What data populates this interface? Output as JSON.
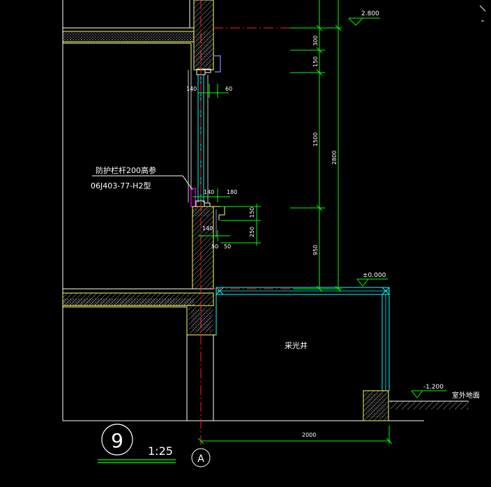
{
  "elevations": {
    "top": "2.800",
    "ground": "±0.000",
    "outdoor": "-1.200"
  },
  "outdoor_ground_label": "室外地面",
  "dims": {
    "d300": "300",
    "d150a": "150",
    "d1500": "1500",
    "d2800": "2800",
    "d950": "950",
    "d140a": "140",
    "d60": "60",
    "d140b": "140",
    "d180": "180",
    "d150b": "150",
    "d250": "250",
    "d140c": "140",
    "d50a": "50",
    "d50b": "50",
    "d2000": "2000"
  },
  "rail_note": {
    "line1": "防护栏杆200高参",
    "line2": "06J403-77-H2型"
  },
  "lightwell_label": "采光井",
  "detail": {
    "number": "9",
    "scale": "1:25",
    "axis": "A"
  },
  "colors": {
    "background": "#000000",
    "wall_outline": "#ffff66",
    "dimension": "#00ff00",
    "glazing": "#00ffff",
    "centerline": "#ff2020",
    "text": "#ffffff",
    "rail": "#ff00ff"
  }
}
